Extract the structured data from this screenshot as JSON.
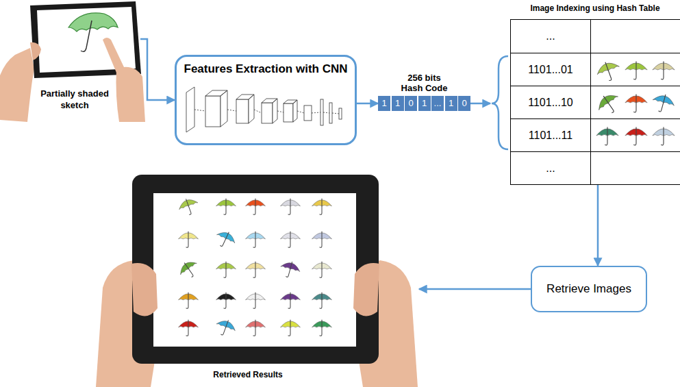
{
  "diagram": {
    "nodes": [
      {
        "text": [
          "Partially shaded sketch"
        ]
      },
      {
        "text": [
          "Features Extraction with CNN"
        ]
      },
      {
        "text": [
          "256 bits Hash Code"
        ]
      },
      {
        "text": [
          "1"
        ],
        "in": 2
      },
      {
        "text": [
          "1"
        ],
        "in": 2
      },
      {
        "text": [
          "0"
        ],
        "in": 2
      },
      {
        "text": [
          "1"
        ],
        "in": 2
      },
      {
        "text": [
          "..."
        ],
        "in": 2
      },
      {
        "text": [
          "1"
        ],
        "in": 2
      },
      {
        "text": [
          "0"
        ],
        "in": 2
      },
      {
        "text": [
          "Image Indexing using Hash Table",
          "...",
          "1101...01",
          "1101...10",
          "1101...11",
          "..."
        ]
      },
      {
        "text": [
          "Retrieve Images"
        ]
      },
      {
        "text": [
          "Retrieved Results"
        ]
      }
    ],
    "edges": [
      {
        "from": 0,
        "to": 1,
        "arrow": "to"
      },
      {
        "from": 1,
        "to": 2,
        "arrow": "to"
      },
      {
        "from": 2,
        "to": 10,
        "arrow": "to"
      },
      {
        "from": 10,
        "to": 11,
        "arrow": "to"
      },
      {
        "from": 11,
        "to": 12,
        "arrow": "to"
      }
    ]
  }
}
